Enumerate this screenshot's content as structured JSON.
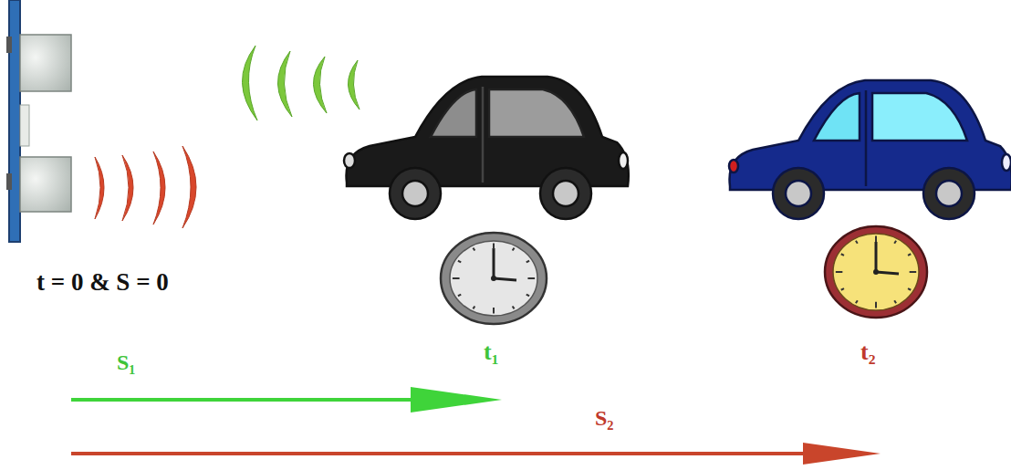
{
  "diagram": {
    "labels": [
      "t = 0 & S = 0",
      "S₁",
      "t₁",
      "t₂",
      "S₂"
    ]
  }
}
